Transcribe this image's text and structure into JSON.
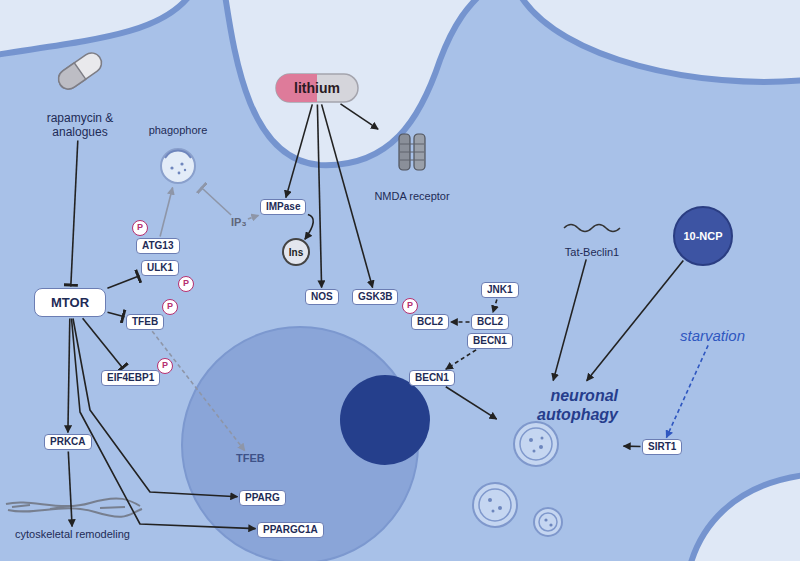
{
  "diagram": {
    "nodes": [
      {
        "text": [
          "rapamycin & analogues"
        ]
      },
      {
        "text": [
          "lithium"
        ]
      },
      {
        "text": [
          "NMDA receptor"
        ]
      },
      {
        "text": [
          "phagophore"
        ]
      },
      {
        "text": [
          "P"
        ]
      },
      {
        "text": [
          "ATG13"
        ]
      },
      {
        "text": [
          "ULK1"
        ]
      },
      {
        "text": [
          "P"
        ]
      },
      {
        "text": [
          "IP₃"
        ]
      },
      {
        "text": [
          "IMPase"
        ]
      },
      {
        "text": [
          "Ins"
        ]
      },
      {
        "text": [
          "NOS"
        ]
      },
      {
        "text": [
          "GSK3B"
        ]
      },
      {
        "text": [
          "MTOR"
        ]
      },
      {
        "text": [
          "TFEB"
        ]
      },
      {
        "text": [
          "P"
        ]
      },
      {
        "text": [
          "EIF4EBP1"
        ]
      },
      {
        "text": [
          "P"
        ]
      },
      {
        "text": [
          "PRKCA"
        ]
      },
      {
        "text": [
          "cytoskeletal remodeling"
        ]
      },
      {
        "text": [
          "TFEB"
        ]
      },
      {
        "text": [
          "PPARG"
        ]
      },
      {
        "text": [
          "PPARGC1A"
        ]
      },
      {
        "text": [
          "Tat-Beclin1"
        ]
      },
      {
        "text": [
          "10-NCP"
        ]
      },
      {
        "text": [
          "P"
        ]
      },
      {
        "text": [
          "BCL2"
        ]
      },
      {
        "text": [
          "JNK1"
        ]
      },
      {
        "text": [
          "BCL2"
        ]
      },
      {
        "text": [
          "BECN1"
        ]
      },
      {
        "text": [
          "BECN1"
        ]
      },
      {
        "text": [
          "starvation"
        ]
      },
      {
        "text": [
          "neuronal autophagy"
        ]
      },
      {
        "text": [
          "SIRT1"
        ]
      }
    ],
    "edges": [
      {
        "from": 0,
        "to": 13,
        "arrow": "to"
      },
      {
        "from": 1,
        "to": 9,
        "arrow": "to"
      },
      {
        "from": 1,
        "to": 11,
        "arrow": "to"
      },
      {
        "from": 1,
        "to": 12,
        "arrow": "to"
      },
      {
        "from": 1,
        "to": 2,
        "arrow": "to"
      },
      {
        "from": 13,
        "to": 6,
        "arrow": "to"
      },
      {
        "from": 13,
        "to": 14,
        "arrow": "to"
      },
      {
        "from": 13,
        "to": 16,
        "arrow": "to"
      },
      {
        "from": 13,
        "to": 18,
        "arrow": "to"
      },
      {
        "from": 13,
        "to": 21,
        "arrow": "to"
      },
      {
        "from": 13,
        "to": 22,
        "arrow": "to"
      },
      {
        "from": 18,
        "to": 19,
        "arrow": "to"
      },
      {
        "from": 5,
        "to": 3,
        "arrow": "to"
      },
      {
        "from": 8,
        "to": 3,
        "arrow": "to"
      },
      {
        "from": 8,
        "to": 9,
        "arrow": "to"
      },
      {
        "from": 9,
        "to": 10,
        "arrow": "to"
      },
      {
        "from": 14,
        "to": 20,
        "arrow": "to"
      },
      {
        "from": 27,
        "to": 28,
        "arrow": "to"
      },
      {
        "from": 28,
        "to": 26,
        "arrow": "to"
      },
      {
        "from": 29,
        "to": 30,
        "arrow": "to"
      },
      {
        "from": 30,
        "to": 32,
        "arrow": "to"
      },
      {
        "from": 23,
        "to": 32,
        "arrow": "to"
      },
      {
        "from": 24,
        "to": 32,
        "arrow": "to"
      },
      {
        "from": 31,
        "to": 33,
        "arrow": "to"
      },
      {
        "from": 33,
        "to": 32,
        "arrow": "to"
      }
    ]
  }
}
